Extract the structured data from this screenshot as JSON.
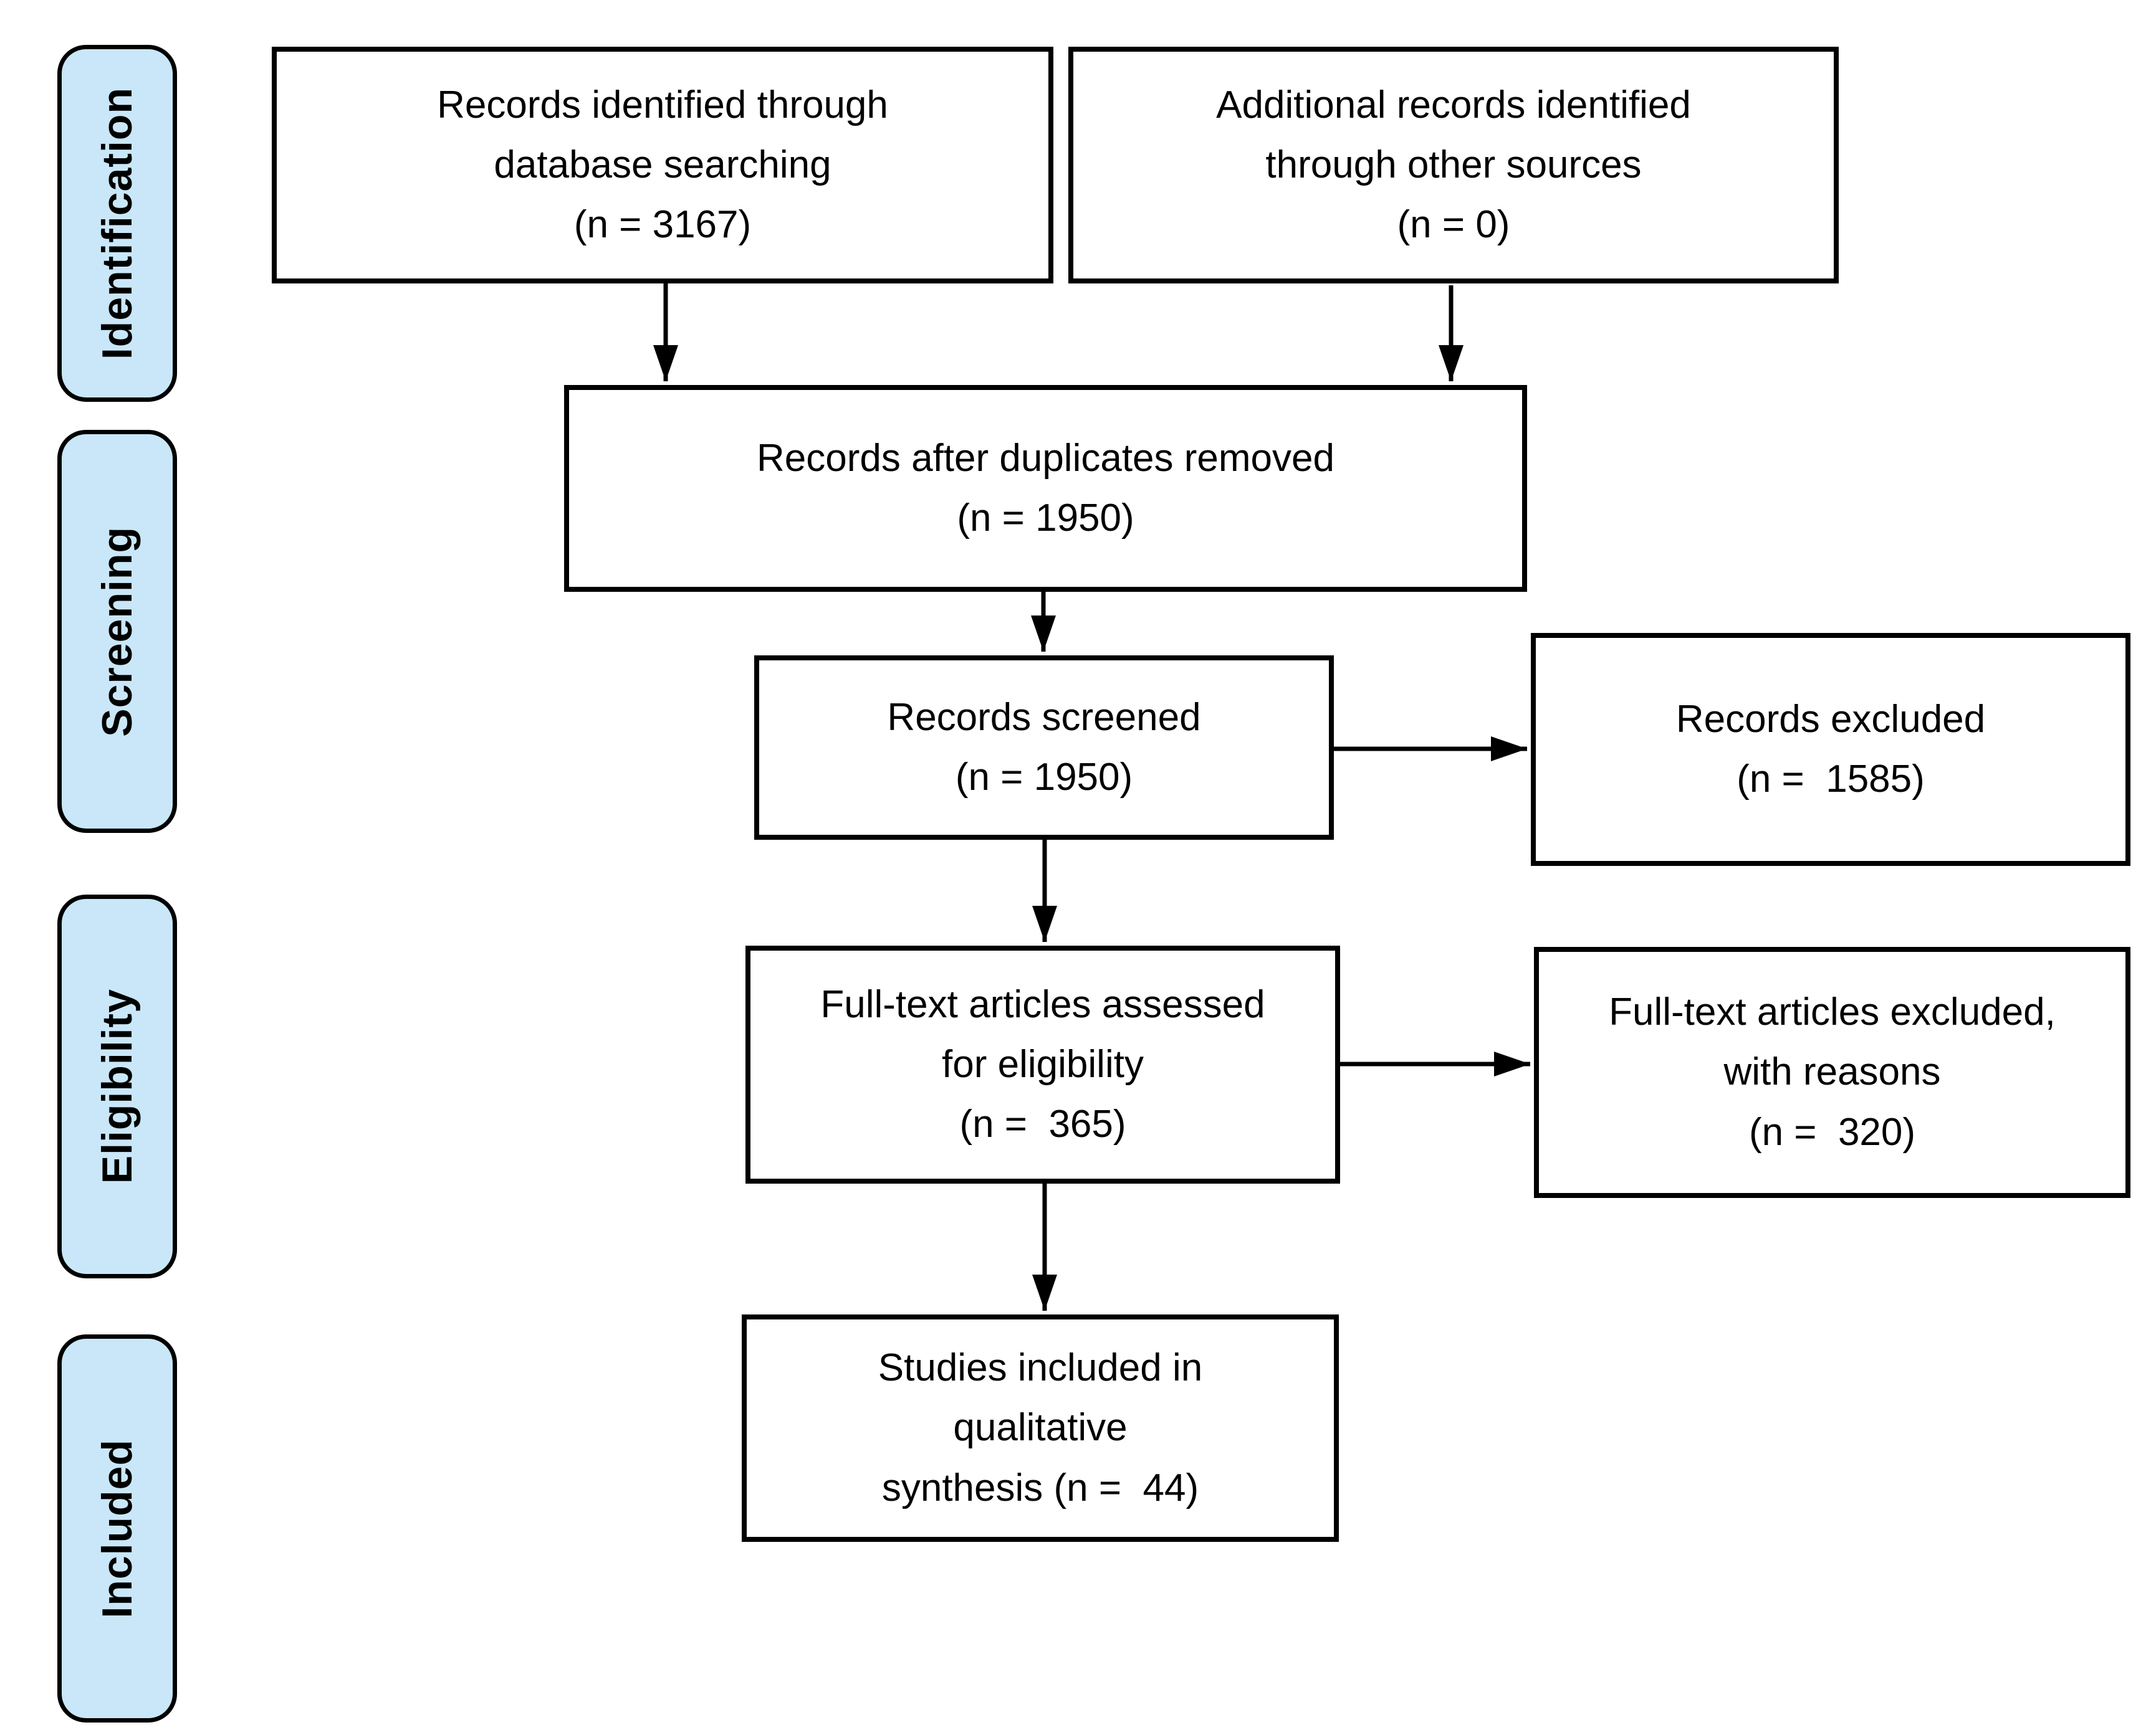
{
  "diagram": {
    "type": "prisma-flow-diagram",
    "stages": {
      "identification": "Identification",
      "screening": "Screening",
      "eligibility": "Eligibility",
      "included": "Included"
    },
    "boxes": {
      "records_identified": "Records identified through\ndatabase searching\n(n = 3167)",
      "additional_records": "Additional records identified\nthrough other sources\n(n = 0)",
      "after_duplicates": "Records after duplicates removed\n(n = 1950)",
      "records_screened": "Records screened\n(n = 1950)",
      "records_excluded": "Records excluded\n(n =  1585)",
      "fulltext_assessed": "Full-text articles assessed\nfor eligibility\n(n =  365)",
      "fulltext_excluded": "Full-text articles excluded,\nwith reasons\n(n =  320)",
      "studies_included": "Studies included in\nqualitative\nsynthesis (n =  44)"
    },
    "counts": {
      "identified_database": 3167,
      "identified_other_sources": 0,
      "after_duplicates_removed": 1950,
      "screened": 1950,
      "excluded_screening": 1585,
      "fulltext_assessed": 365,
      "fulltext_excluded": 320,
      "included_qualitative_synthesis": 44
    },
    "colors": {
      "stage_fill": "#c9e7f8",
      "box_fill": "#ffffff",
      "line": "#000000"
    }
  }
}
